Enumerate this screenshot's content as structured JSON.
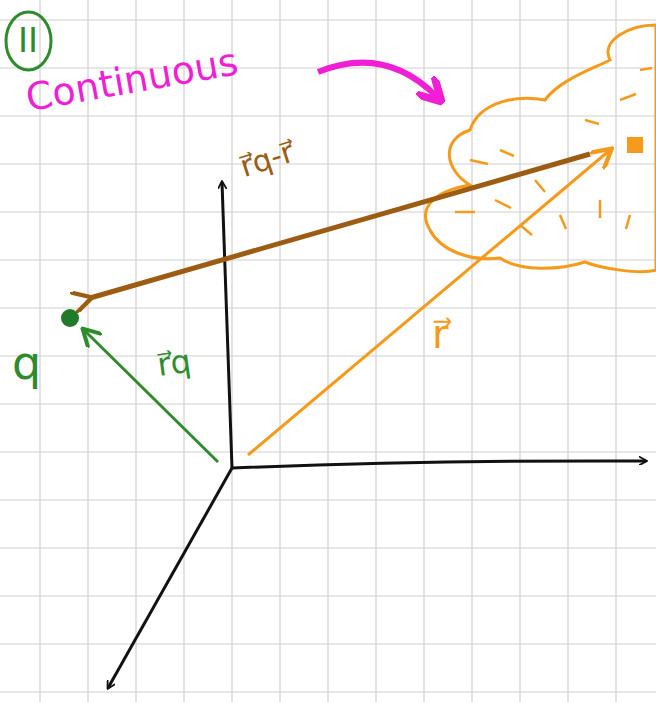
{
  "diagram": {
    "nodes": [
      {
        "text": [
          "II"
        ]
      }
    ],
    "labels": [
      "Continuous",
      "r⃗q-r⃗",
      "q",
      "r⃗q",
      "r⃗"
    ]
  }
}
